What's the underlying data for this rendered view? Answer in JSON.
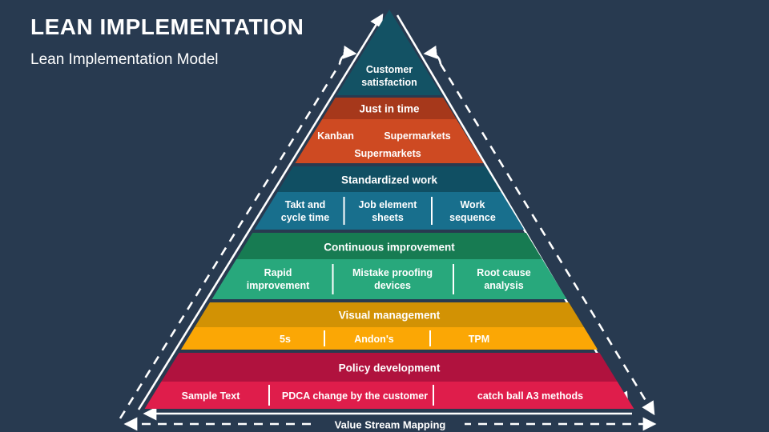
{
  "slide": {
    "title": "LEAN IMPLEMENTATION",
    "subtitle": "Lean Implementation Model"
  },
  "colors": {
    "background": "#283A50",
    "text": "#FFFFFF",
    "arrow": "#FFFFFF"
  },
  "pyramid": {
    "apex": {
      "color": "#135264",
      "lines": [
        "Customer",
        "satisfaction"
      ]
    },
    "levels": [
      {
        "title": "Just in time",
        "header_color": "#A6381B",
        "body_color": "#CE4A22",
        "rows": [
          [
            "Kanban",
            "Supermarkets"
          ],
          [
            "Supermarkets"
          ]
        ]
      },
      {
        "title": "Standardized work",
        "header_color": "#104F63",
        "body_color": "#186F8D",
        "cells": [
          [
            "Takt and",
            "cycle time"
          ],
          [
            "Job element",
            "sheets"
          ],
          [
            "Work",
            "sequence"
          ]
        ]
      },
      {
        "title": "Continuous improvement",
        "header_color": "#177B52",
        "body_color": "#28A87C",
        "cells": [
          [
            "Rapid",
            "improvement"
          ],
          [
            "Mistake proofing",
            "devices"
          ],
          [
            "Root cause",
            "analysis"
          ]
        ]
      },
      {
        "title": "Visual management",
        "header_color": "#D29204",
        "body_color": "#FBA705",
        "cells": [
          [
            "5s"
          ],
          [
            "Andon's"
          ],
          [
            "TPM"
          ]
        ]
      },
      {
        "title": "Policy development",
        "header_color": "#B0123E",
        "body_color": "#DF1D4B",
        "cells": [
          [
            "Sample Text"
          ],
          [
            "PDCA change by the customer"
          ],
          [
            "catch ball A3 methods"
          ]
        ]
      }
    ],
    "base_label": "Value Stream Mapping"
  }
}
